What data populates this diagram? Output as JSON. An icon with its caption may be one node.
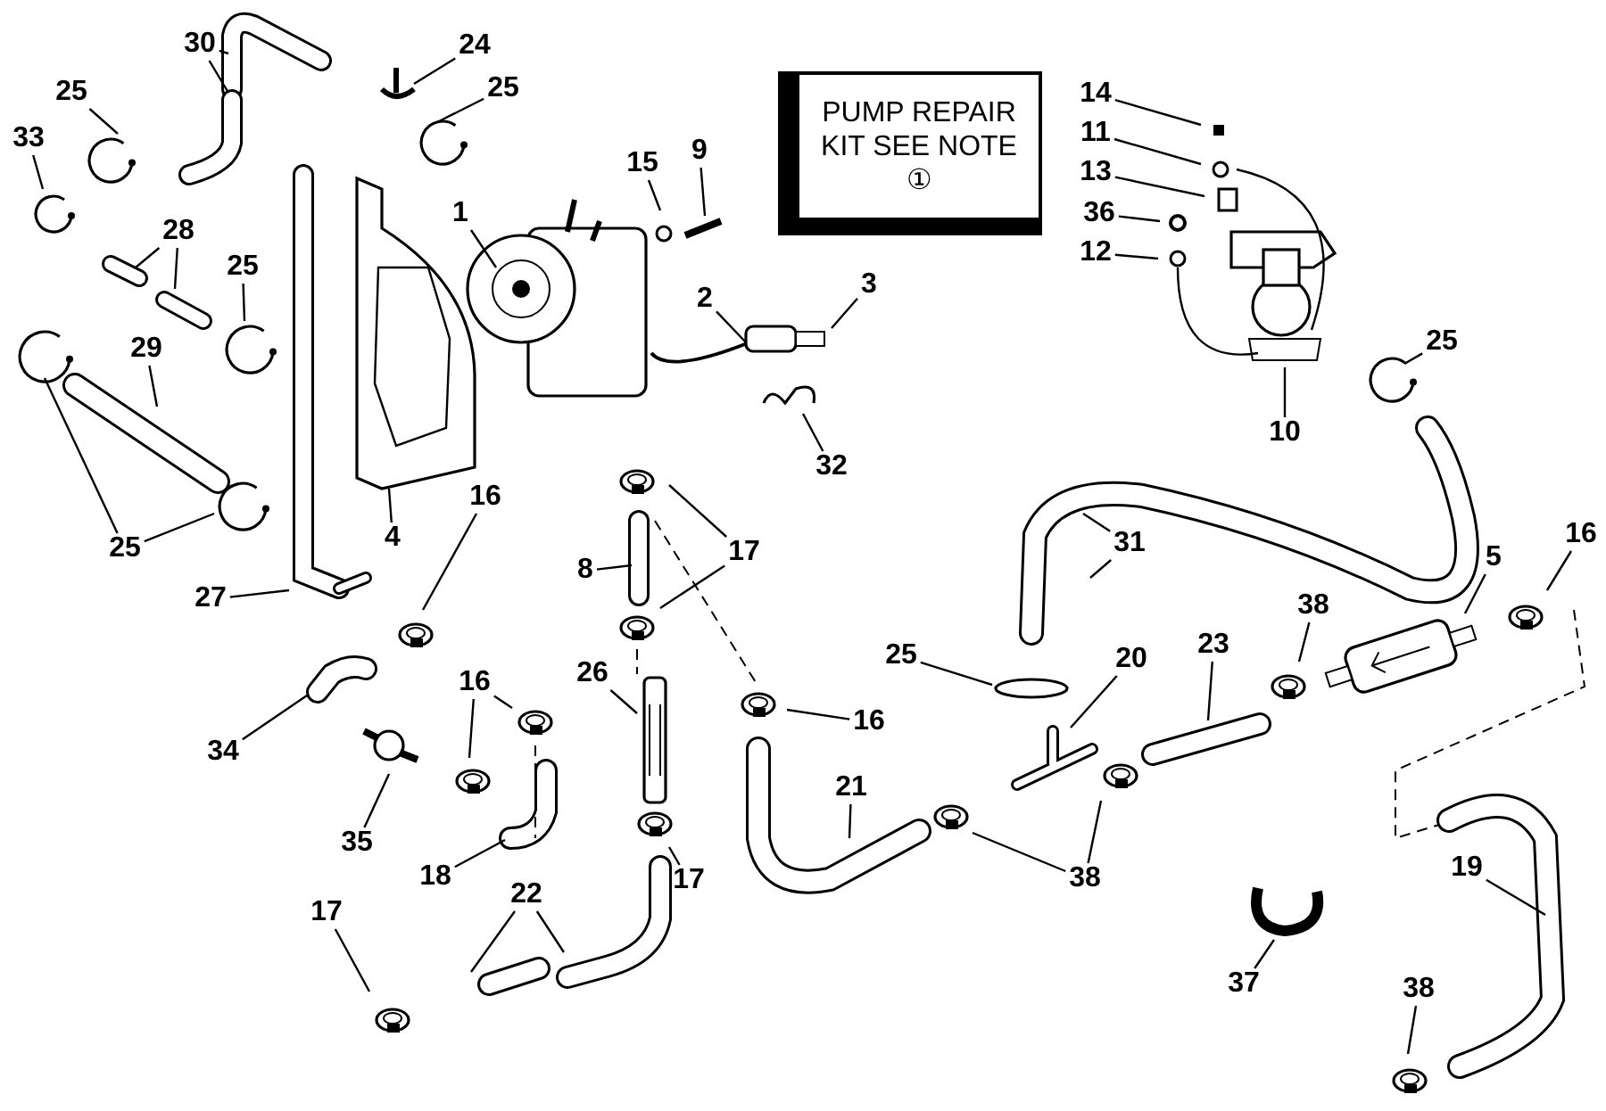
{
  "diagram": {
    "nodes": [
      {
        "text": [
          "30"
        ]
      },
      {
        "text": [
          "24"
        ]
      },
      {
        "text": [
          "25"
        ]
      },
      {
        "text": [
          "25"
        ]
      },
      {
        "text": [
          "33"
        ]
      },
      {
        "text": [
          "28"
        ]
      },
      {
        "text": [
          "1"
        ]
      },
      {
        "text": [
          "15"
        ]
      },
      {
        "text": [
          "9"
        ]
      },
      {
        "text": [
          "14"
        ]
      },
      {
        "text": [
          "11"
        ]
      },
      {
        "text": [
          "13"
        ]
      },
      {
        "text": [
          "36"
        ]
      },
      {
        "text": [
          "12"
        ]
      },
      {
        "text": [
          "25"
        ]
      },
      {
        "text": [
          "2"
        ]
      },
      {
        "text": [
          "3"
        ]
      },
      {
        "text": [
          "29"
        ]
      },
      {
        "text": [
          "10"
        ]
      },
      {
        "text": [
          "25"
        ]
      },
      {
        "text": [
          "32"
        ]
      },
      {
        "text": [
          "4"
        ]
      },
      {
        "text": [
          "25"
        ]
      },
      {
        "text": [
          "16"
        ]
      },
      {
        "text": [
          "17"
        ]
      },
      {
        "text": [
          "8"
        ]
      },
      {
        "text": [
          "27"
        ]
      },
      {
        "text": [
          "31"
        ]
      },
      {
        "text": [
          "5"
        ]
      },
      {
        "text": [
          "16"
        ]
      },
      {
        "text": [
          "38"
        ]
      },
      {
        "text": [
          "20"
        ]
      },
      {
        "text": [
          "23"
        ]
      },
      {
        "text": [
          "25"
        ]
      },
      {
        "text": [
          "16"
        ]
      },
      {
        "text": [
          "26"
        ]
      },
      {
        "text": [
          "16"
        ]
      },
      {
        "text": [
          "34"
        ]
      },
      {
        "text": [
          "35"
        ]
      },
      {
        "text": [
          "18"
        ]
      },
      {
        "text": [
          "21"
        ]
      },
      {
        "text": [
          "38"
        ]
      },
      {
        "text": [
          "17"
        ]
      },
      {
        "text": [
          "17"
        ]
      },
      {
        "text": [
          "22"
        ]
      },
      {
        "text": [
          "19"
        ]
      },
      {
        "text": [
          "37"
        ]
      },
      {
        "text": [
          "38"
        ]
      },
      {
        "text": [
          "PUMP REPAIR KIT SEE NOTE ①"
        ]
      }
    ],
    "edges": [
      {
        "from": 0,
        "to": null,
        "arrow": "none"
      },
      {
        "from": 0,
        "to": null,
        "arrow": "none"
      },
      {
        "from": 1,
        "to": null,
        "arrow": "none"
      },
      {
        "from": 2,
        "to": null,
        "arrow": "none"
      },
      {
        "from": 3,
        "to": null,
        "arrow": "none"
      },
      {
        "from": 4,
        "to": null,
        "arrow": "none"
      },
      {
        "from": 5,
        "to": null,
        "arrow": "none"
      },
      {
        "from": 5,
        "to": null,
        "arrow": "none"
      },
      {
        "from": 6,
        "to": null,
        "arrow": "none"
      },
      {
        "from": 7,
        "to": null,
        "arrow": "none"
      },
      {
        "from": 8,
        "to": null,
        "arrow": "none"
      },
      {
        "from": 9,
        "to": null,
        "arrow": "none"
      },
      {
        "from": 10,
        "to": null,
        "arrow": "none"
      },
      {
        "from": 11,
        "to": null,
        "arrow": "none"
      },
      {
        "from": 12,
        "to": null,
        "arrow": "none"
      },
      {
        "from": 13,
        "to": null,
        "arrow": "none"
      },
      {
        "from": 14,
        "to": null,
        "arrow": "none"
      },
      {
        "from": 15,
        "to": null,
        "arrow": "none"
      },
      {
        "from": 16,
        "to": null,
        "arrow": "none"
      },
      {
        "from": 17,
        "to": null,
        "arrow": "none"
      },
      {
        "from": 18,
        "to": null,
        "arrow": "none"
      },
      {
        "from": 19,
        "to": null,
        "arrow": "none"
      },
      {
        "from": 20,
        "to": null,
        "arrow": "none"
      },
      {
        "from": 21,
        "to": null,
        "arrow": "none"
      },
      {
        "from": 22,
        "to": null,
        "arrow": "none"
      },
      {
        "from": 22,
        "to": null,
        "arrow": "none"
      },
      {
        "from": 23,
        "to": null,
        "arrow": "none"
      },
      {
        "from": 24,
        "to": null,
        "arrow": "none"
      },
      {
        "from": 24,
        "to": null,
        "arrow": "none"
      },
      {
        "from": 25,
        "to": null,
        "arrow": "none"
      },
      {
        "from": 26,
        "to": null,
        "arrow": "none"
      },
      {
        "from": 27,
        "to": null,
        "arrow": "none"
      },
      {
        "from": 27,
        "to": null,
        "arrow": "none"
      },
      {
        "from": 28,
        "to": null,
        "arrow": "none"
      },
      {
        "from": 29,
        "to": null,
        "arrow": "none"
      },
      {
        "from": 30,
        "to": null,
        "arrow": "none"
      },
      {
        "from": 31,
        "to": null,
        "arrow": "none"
      },
      {
        "from": 32,
        "to": null,
        "arrow": "none"
      },
      {
        "from": 33,
        "to": null,
        "arrow": "none"
      },
      {
        "from": 34,
        "to": null,
        "arrow": "none"
      },
      {
        "from": 35,
        "to": null,
        "arrow": "none"
      },
      {
        "from": 36,
        "to": null,
        "arrow": "none"
      },
      {
        "from": 36,
        "to": null,
        "arrow": "none"
      },
      {
        "from": 37,
        "to": null,
        "arrow": "none"
      },
      {
        "from": 38,
        "to": null,
        "arrow": "none"
      },
      {
        "from": 39,
        "to": null,
        "arrow": "none"
      },
      {
        "from": 40,
        "to": null,
        "arrow": "none"
      },
      {
        "from": 41,
        "to": null,
        "arrow": "none"
      },
      {
        "from": 41,
        "to": null,
        "arrow": "none"
      },
      {
        "from": 42,
        "to": null,
        "arrow": "none"
      },
      {
        "from": 43,
        "to": null,
        "arrow": "none"
      },
      {
        "from": 44,
        "to": null,
        "arrow": "none"
      },
      {
        "from": 44,
        "to": null,
        "arrow": "none"
      },
      {
        "from": 45,
        "to": null,
        "arrow": "none"
      },
      {
        "from": 46,
        "to": null,
        "arrow": "none"
      },
      {
        "from": 47,
        "to": null,
        "arrow": "none"
      }
    ]
  }
}
